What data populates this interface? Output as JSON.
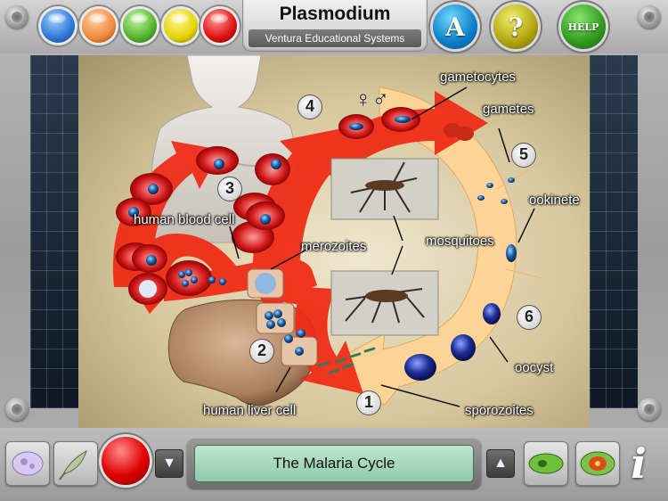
{
  "header": {
    "title": "Plasmodium",
    "subtitle": "Ventura Educational Systems",
    "color_buttons": [
      {
        "name": "blue",
        "color": "#2e78d6"
      },
      {
        "name": "orange",
        "color": "#f08a3c"
      },
      {
        "name": "green",
        "color": "#53b52c"
      },
      {
        "name": "yellow",
        "color": "#e5d300"
      },
      {
        "name": "red",
        "color": "#e01010"
      }
    ],
    "btn_a_label": "A",
    "btn_q_label": "?",
    "btn_help_label": "HELP"
  },
  "diagram": {
    "labels": {
      "gametocytes": "gametocytes",
      "gametes": "gametes",
      "ookinete": "ookinete",
      "mosquitoes": "mosquitoes",
      "merozoites": "merozoites",
      "human_blood_cell": "human blood cell",
      "human_liver_cell": "human liver cell",
      "oocyst": "oocyst",
      "sporozoites": "sporozoites",
      "gender_symbols": "♀♂"
    },
    "steps": [
      "1",
      "2",
      "3",
      "4",
      "5",
      "6"
    ]
  },
  "footer": {
    "caption": "The Malaria Cycle",
    "prev_icon": "▼",
    "next_icon": "▲",
    "info_label": "i"
  }
}
